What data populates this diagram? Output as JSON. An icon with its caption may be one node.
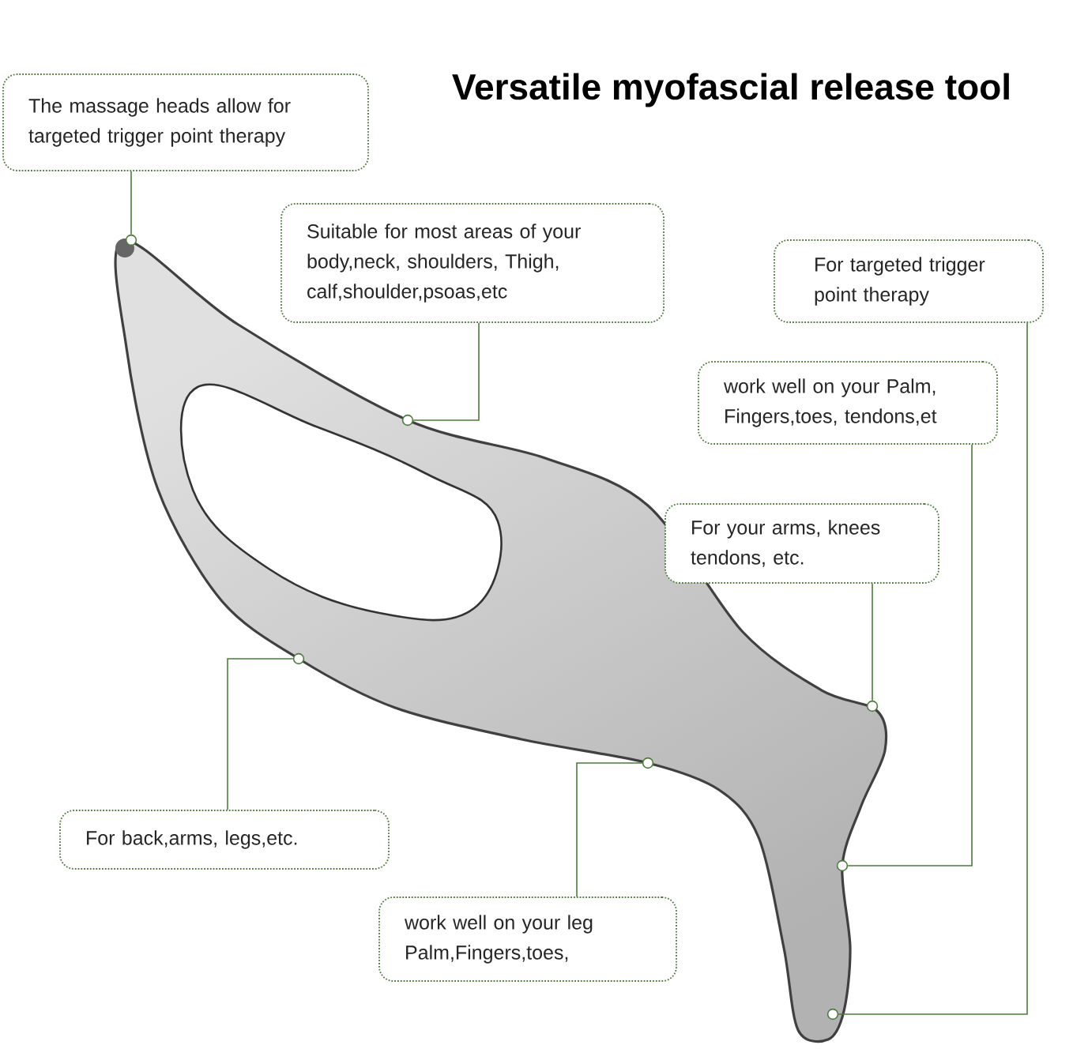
{
  "diagram": {
    "title": "Versatile myofascial release tool",
    "nodes": [
      {
        "text": [
          "The massage heads allow for targeted trigger point therapy"
        ]
      },
      {
        "text": [
          "Suitable for most areas of your body,neck, shoulders, Thigh, calf,shoulder,psoas,etc"
        ]
      },
      {
        "text": [
          "For targeted trigger point therapy"
        ]
      },
      {
        "text": [
          "work well on your Palm, Fingers,toes, tendons,et"
        ]
      },
      {
        "text": [
          "For your arms, knees tendons, etc."
        ]
      },
      {
        "text": [
          "For back,arms, legs,etc."
        ]
      },
      {
        "text": [
          "work well on your leg Palm,Fingers,toes,"
        ]
      },
      {
        "text": [],
        "shape": "circle"
      },
      {
        "text": [],
        "shape": "circle"
      },
      {
        "text": [],
        "shape": "circle"
      },
      {
        "text": [],
        "shape": "circle"
      },
      {
        "text": [],
        "shape": "circle"
      },
      {
        "text": [],
        "shape": "circle"
      },
      {
        "text": [],
        "shape": "circle"
      }
    ],
    "edges": [
      {
        "from": 0,
        "to": 7,
        "arrow": "none"
      },
      {
        "from": 1,
        "to": 8,
        "arrow": "none"
      },
      {
        "from": 2,
        "to": 13,
        "arrow": "none"
      },
      {
        "from": 3,
        "to": 12,
        "arrow": "none"
      },
      {
        "from": 4,
        "to": 10,
        "arrow": "none"
      },
      {
        "from": 5,
        "to": 9,
        "arrow": "none"
      },
      {
        "from": 6,
        "to": 11,
        "arrow": "none"
      }
    ]
  }
}
